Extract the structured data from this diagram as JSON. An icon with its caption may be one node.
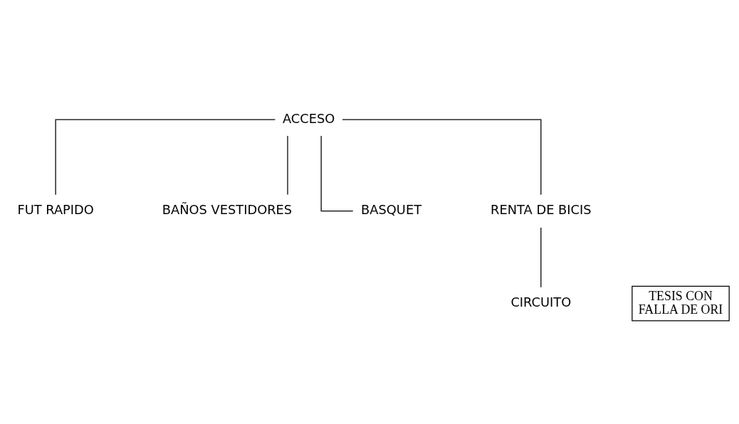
{
  "diagram": {
    "nodes": [
      {
        "text": [
          "ACCESO"
        ]
      },
      {
        "text": [
          "FUT RAPIDO"
        ]
      },
      {
        "text": [
          "BAÑOS VESTIDORES"
        ]
      },
      {
        "text": [
          "BASQUET"
        ]
      },
      {
        "text": [
          "RENTA DE BICIS"
        ]
      },
      {
        "text": [
          "CIRCUITO"
        ]
      }
    ],
    "edges": [
      {
        "from": 0,
        "to": 1,
        "arrow": "none"
      },
      {
        "from": 0,
        "to": 2,
        "arrow": "none"
      },
      {
        "from": 0,
        "to": 3,
        "arrow": "none"
      },
      {
        "from": 0,
        "to": 4,
        "arrow": "none"
      },
      {
        "from": 4,
        "to": 5,
        "arrow": "none"
      }
    ],
    "labels": [
      "TESIS CON",
      "FALLA DE ORI"
    ]
  }
}
